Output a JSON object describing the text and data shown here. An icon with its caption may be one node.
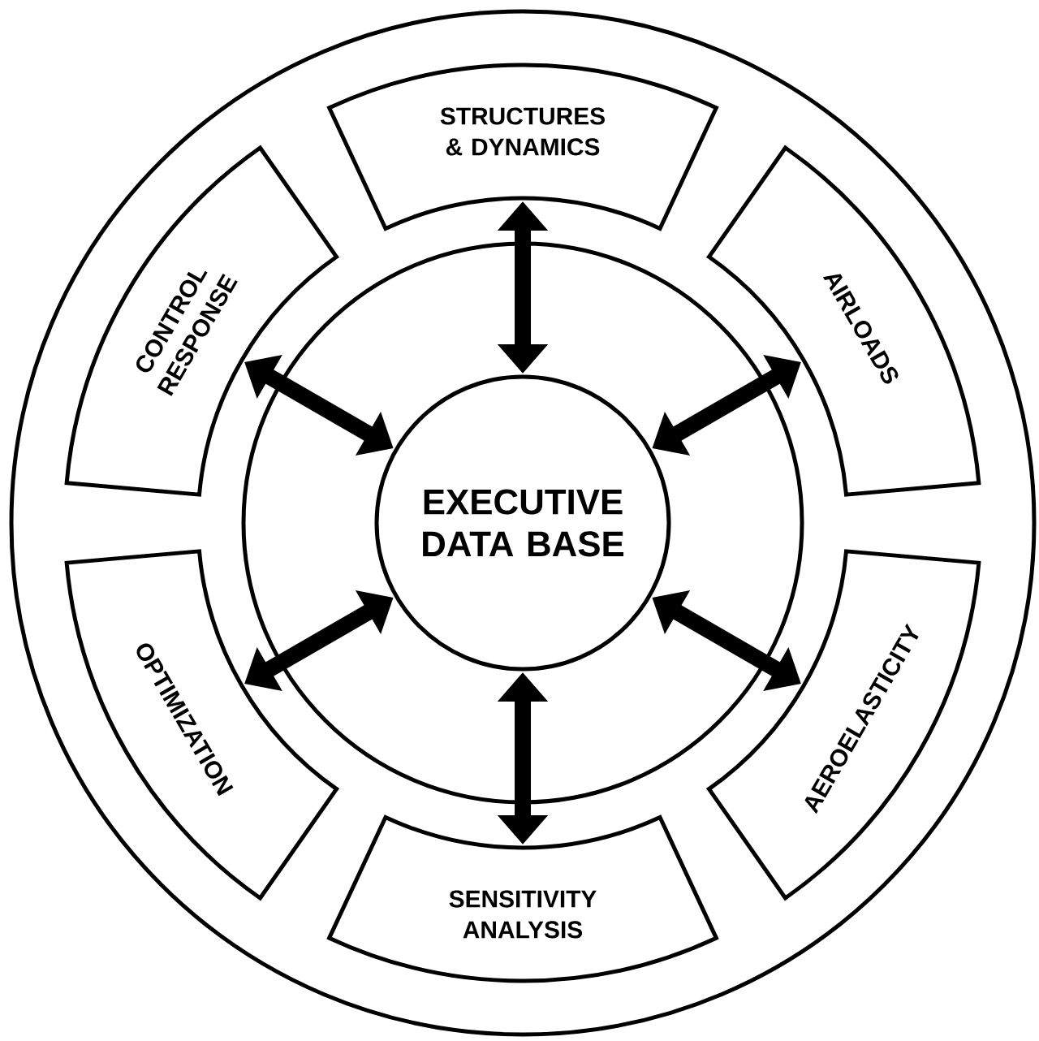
{
  "diagram": {
    "nodes": [
      {
        "text": [
          "EXECUTIVE DATA BASE"
        ]
      },
      {
        "text": [
          "STRUCTURES & DYNAMICS"
        ]
      },
      {
        "text": [
          "AIRLOADS"
        ]
      },
      {
        "text": [
          "AEROELASTICITY"
        ]
      },
      {
        "text": [
          "SENSITIVITY ANALYSIS"
        ]
      },
      {
        "text": [
          "OPTIMIZATION"
        ]
      },
      {
        "text": [
          "CONTROL RESPONSE"
        ]
      }
    ],
    "edges": [
      {
        "from": 0,
        "to": 1,
        "arrow": "both"
      },
      {
        "from": 0,
        "to": 2,
        "arrow": "both"
      },
      {
        "from": 0,
        "to": 3,
        "arrow": "both"
      },
      {
        "from": 0,
        "to": 4,
        "arrow": "both"
      },
      {
        "from": 0,
        "to": 5,
        "arrow": "both"
      },
      {
        "from": 0,
        "to": 6,
        "arrow": "both"
      }
    ]
  }
}
